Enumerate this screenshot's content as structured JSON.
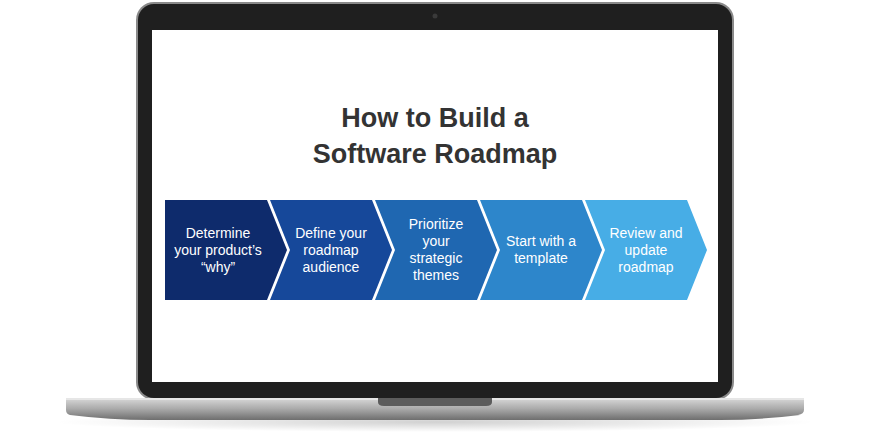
{
  "diagram": {
    "title": "How to Build a Software Roadmap",
    "nodes": [
      {
        "text": [
          "Determine your product’s “why”"
        ]
      },
      {
        "text": [
          "Define your roadmap audience"
        ]
      },
      {
        "text": [
          "Prioritize your strategic themes"
        ]
      },
      {
        "text": [
          "Start with a template"
        ]
      },
      {
        "text": [
          "Review and update roadmap"
        ]
      }
    ]
  }
}
